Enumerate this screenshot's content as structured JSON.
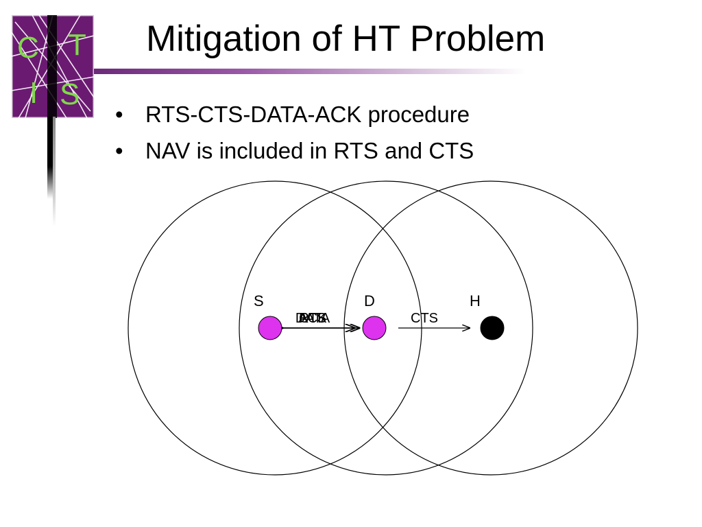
{
  "slide": {
    "title": "Mitigation of HT Problem",
    "bullets": [
      {
        "text": "RTS-CTS-DATA-ACK procedure"
      },
      {
        "text": "NAV is included in RTS and CTS"
      }
    ]
  },
  "logo": {
    "letters": [
      "C",
      "T",
      "I",
      "S"
    ],
    "colors": {
      "background": "#6b1a72",
      "letters": "#7fd94a",
      "lines": "#ffffff"
    }
  },
  "diagram": {
    "nodes": [
      {
        "label": "S",
        "color": "#dd33ee"
      },
      {
        "label": "D",
        "color": "#dd33ee"
      },
      {
        "label": "H",
        "color": "#000000"
      }
    ],
    "overlap_labels": [
      "RTS",
      "CTS",
      "DATA",
      "ACK"
    ],
    "cts_label": "CTS"
  },
  "colors": {
    "accent": "#6b2a7a",
    "node": "#dd33ee",
    "hidden_node": "#000000"
  }
}
